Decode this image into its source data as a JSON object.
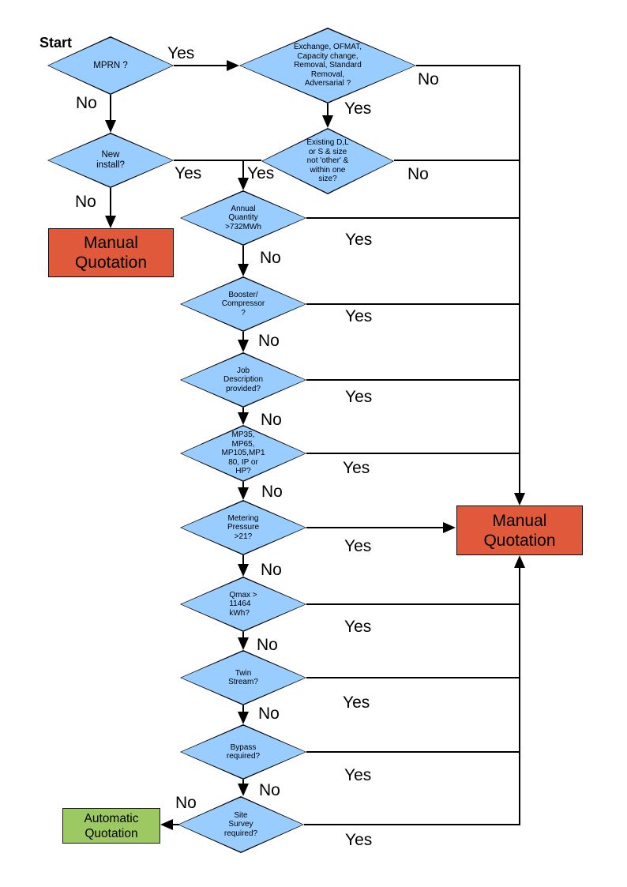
{
  "diagram": "Quotation decision flowchart",
  "colors": {
    "diamond_fill": "#99CCFF",
    "manual_fill": "#E0593B",
    "auto_fill": "#9DC963",
    "line": "#000000"
  },
  "labels": {
    "start": "Start",
    "yes": "Yes",
    "no": "No"
  },
  "nodes": {
    "mprn": {
      "label": "MPRN ?"
    },
    "exchange": {
      "label": "Exchange, OFMAT,\nCapacity change,\nRemoval, Standard\nRemoval,\nAdversarial ?"
    },
    "new_install": {
      "label": "New\ninstall?"
    },
    "existing": {
      "label": "Existing D,L\nor S & size\nnot 'other' &\nwithin one\nsize?"
    },
    "annual": {
      "label": "Annual\nQuantity\n>732MWh"
    },
    "booster": {
      "label": "Booster/\nCompressor\n?"
    },
    "job": {
      "label": "Job\nDescription\nprovided?"
    },
    "mp": {
      "label": "MP35,\nMP65,\nMP105,MP1\n80, IP or\nHP?"
    },
    "metering": {
      "label": "Metering\nPressure\n>21?"
    },
    "qmax": {
      "label": "Qmax >\n11464\nkWh?"
    },
    "twin": {
      "label": "Twin\nStream?"
    },
    "bypass": {
      "label": "Bypass\nrequired?"
    },
    "site_survey": {
      "label": "Site\nSurvey\nrequired?"
    },
    "manual_left": {
      "label": "Manual\nQuotation"
    },
    "manual_right": {
      "label": "Manual\nQuotation"
    },
    "automatic": {
      "label": "Automatic\nQuotation"
    }
  }
}
